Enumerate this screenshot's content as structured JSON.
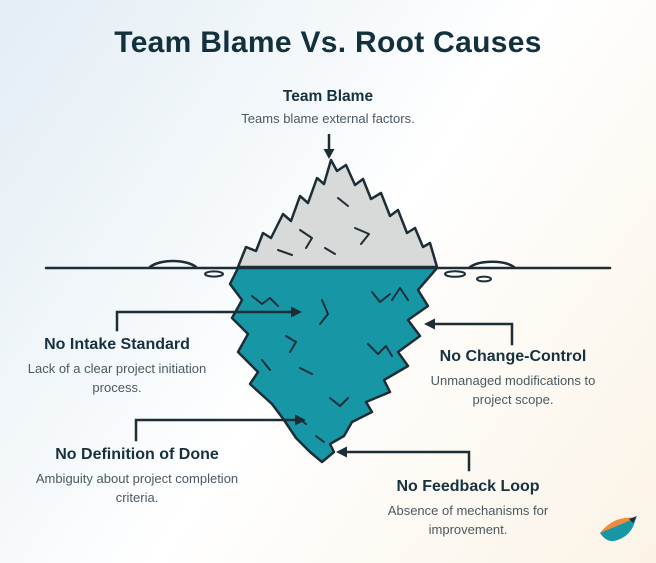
{
  "title": "Team Blame Vs. Root Causes",
  "surface": {
    "heading": "Team Blame",
    "description": "Teams blame external factors."
  },
  "causes": [
    {
      "id": "no-intake-standard",
      "heading": "No Intake Standard",
      "description": "Lack of a clear project initiation process."
    },
    {
      "id": "no-change-control",
      "heading": "No Change-Control",
      "description": "Unmanaged modifications to project scope."
    },
    {
      "id": "no-definition-of-done",
      "heading": "No Definition of Done",
      "description": "Ambiguity about project completion criteria."
    },
    {
      "id": "no-feedback-loop",
      "heading": "No Feedback Loop",
      "description": "Absence of mechanisms for improvement."
    }
  ],
  "colors": {
    "ink": "#1d2d35",
    "heading_text": "#16313f",
    "body_text": "#4a5960",
    "iceberg_above": "#d8d9d9",
    "iceberg_below": "#1796a6",
    "logo_orange": "#f08a3c",
    "logo_teal": "#1796a6"
  }
}
